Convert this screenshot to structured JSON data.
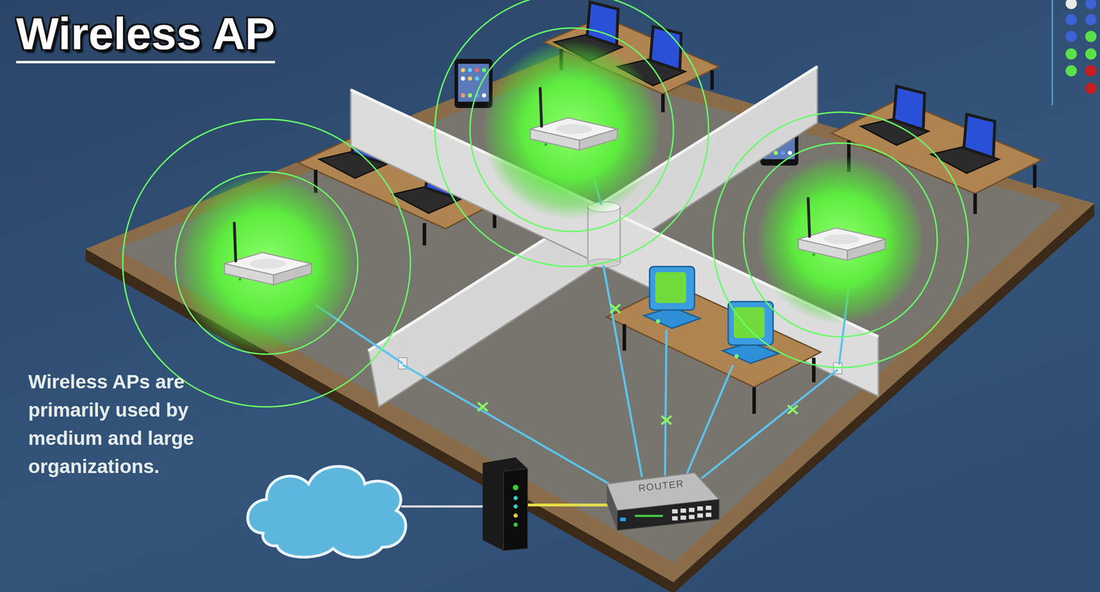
{
  "diagram": {
    "title": "Wireless AP",
    "nodes": [
      {
        "text": [
          "ROUTER"
        ]
      }
    ],
    "labels": [
      "Wireless APs are primarily used by medium and large organizations."
    ]
  }
}
